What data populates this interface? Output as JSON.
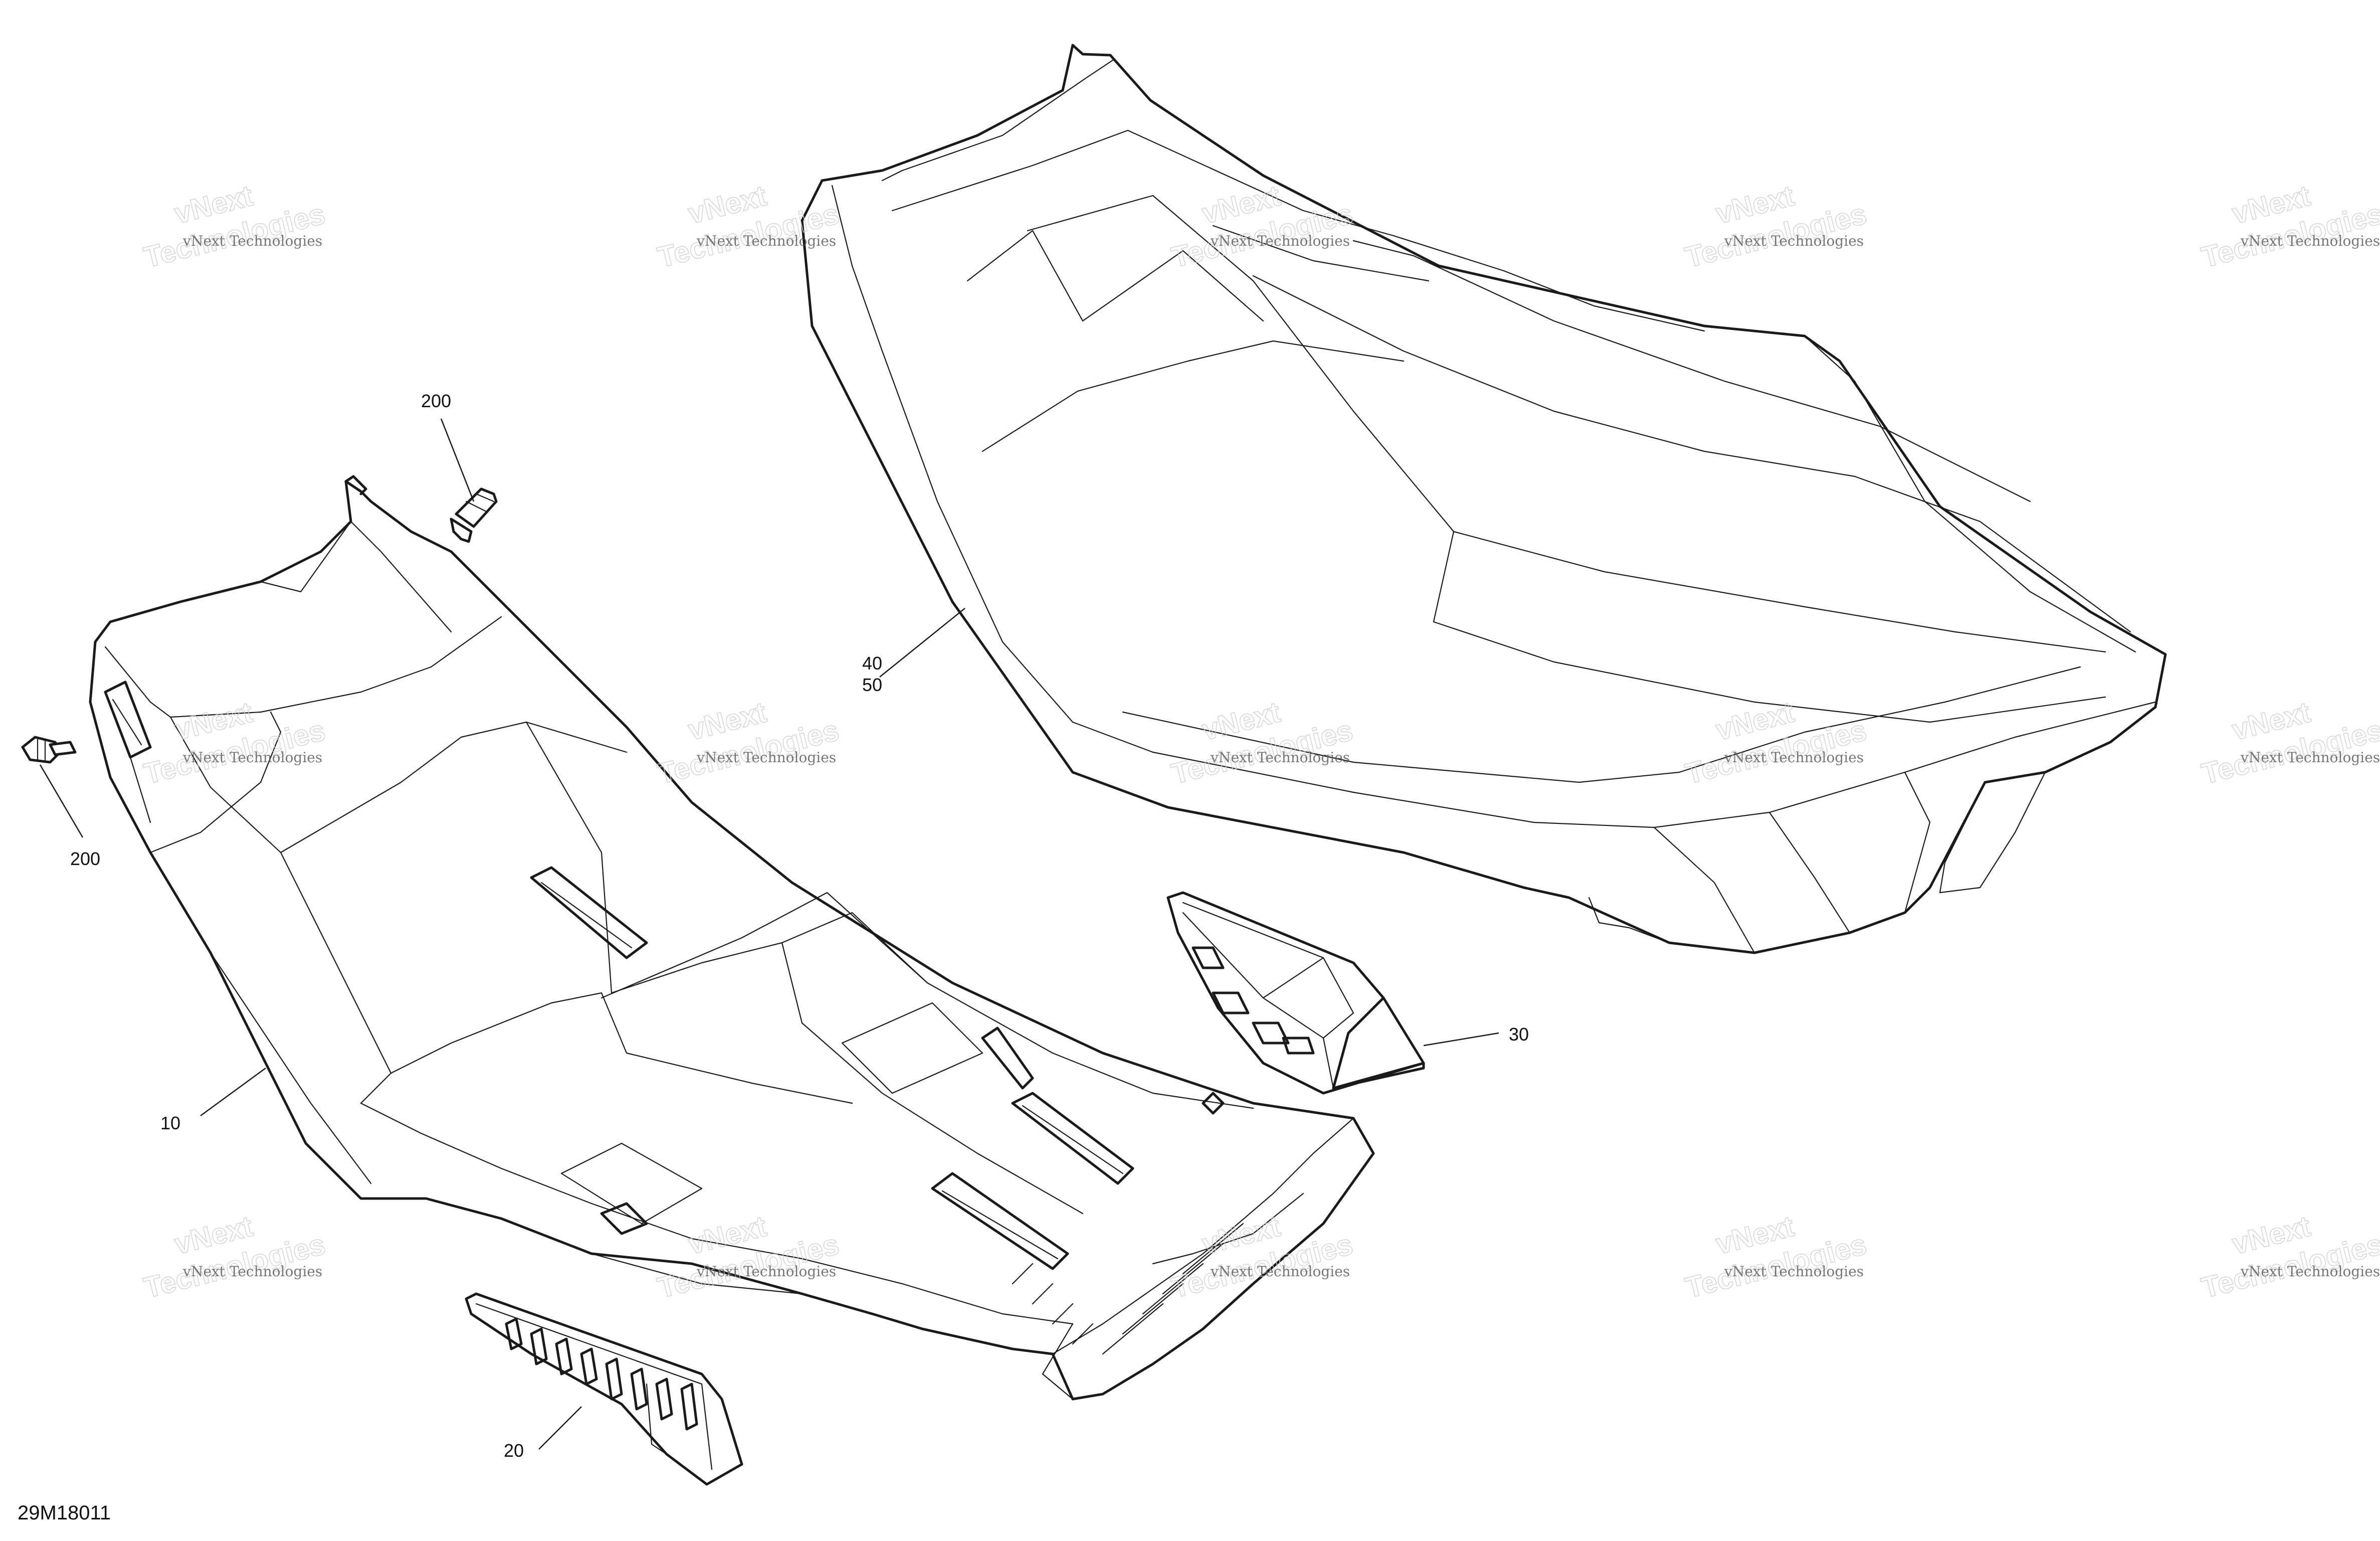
{
  "diagram": {
    "code": "29M18011",
    "watermark": {
      "line_small": "vNext Technologies",
      "line_top": "vNext",
      "line_bottom": "Technologies"
    },
    "callouts": {
      "c10": "10",
      "c20": "20",
      "c30": "30",
      "c40": "40",
      "c50": "50",
      "c200a": "200",
      "c200b": "200"
    },
    "colors": {
      "line": "#1a1a1a",
      "background": "#ffffff",
      "watermark": "#cfcfcf"
    }
  }
}
